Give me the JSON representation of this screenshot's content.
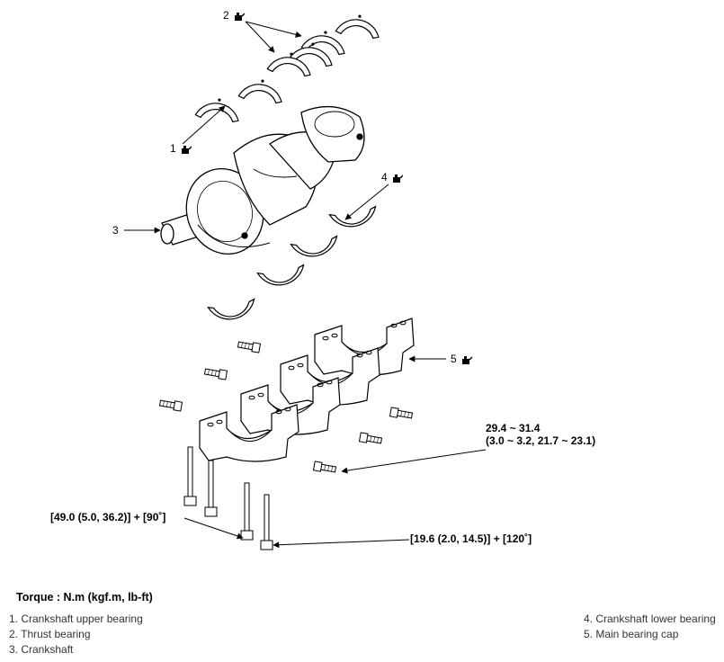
{
  "callouts": {
    "c1": "1",
    "c2": "2",
    "c3": "3",
    "c4": "4",
    "c5": "5"
  },
  "torques": {
    "cap_bolt_line1": "29.4 ~ 31.4",
    "cap_bolt_line2": "(3.0 ~ 3.2, 21.7 ~ 23.1)",
    "long_bolt_left": "[49.0 (5.0, 36.2)] + [90˚]",
    "long_bolt_right": "[19.6 (2.0, 14.5)] + [120˚]"
  },
  "title": "Torque : N.m (kgf.m, lb-ft)",
  "legend_left": [
    "1. Crankshaft upper bearing",
    "2. Thrust bearing",
    "3. Crankshaft"
  ],
  "legend_right": [
    "4. Crankshaft lower bearing",
    "5. Main bearing cap"
  ],
  "icons": {
    "oil": "oil-can-icon"
  }
}
